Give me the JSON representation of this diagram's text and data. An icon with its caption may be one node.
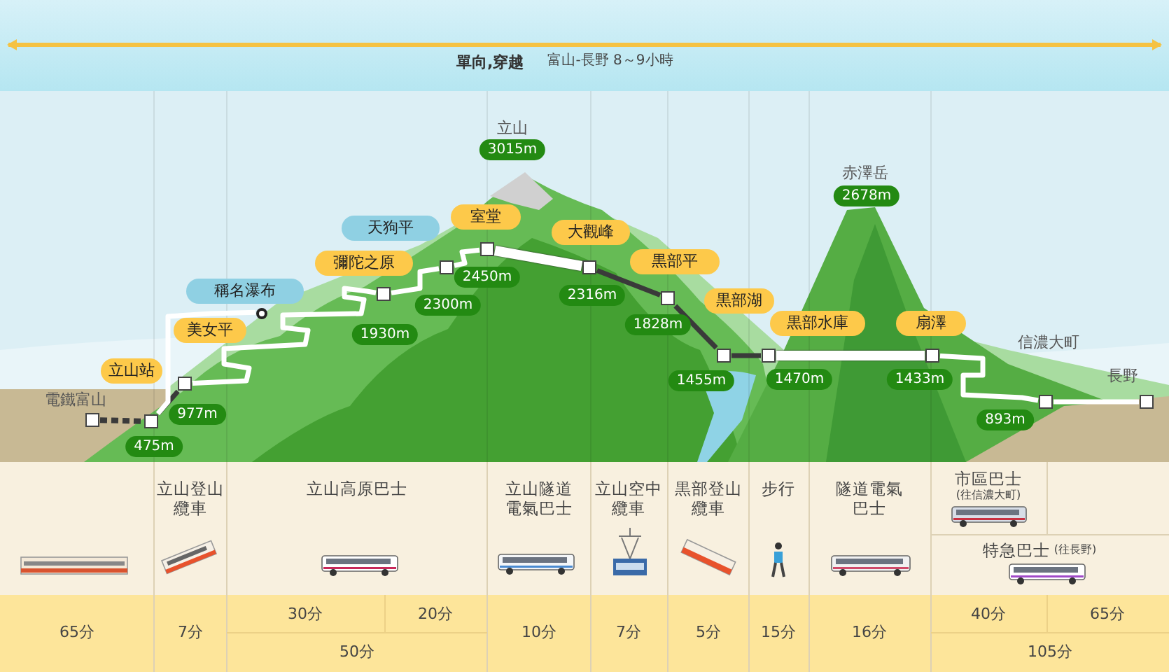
{
  "diagram": {
    "title": "單向,穿越",
    "nodes": [
      {
        "text": [
          "電鐵富山"
        ]
      },
      {
        "text": [
          "立山站"
        ],
        "beside": [
          "475m"
        ]
      },
      {
        "text": [
          "美女平"
        ],
        "beside": [
          "977m"
        ]
      },
      {
        "text": [
          "稱名瀑布"
        ]
      },
      {
        "text": [
          "彌陀之原"
        ],
        "beside": [
          "1930m"
        ]
      },
      {
        "text": [
          "天狗平"
        ],
        "beside": [
          "2300m"
        ]
      },
      {
        "text": [
          "室堂"
        ],
        "beside": [
          "2450m"
        ]
      },
      {
        "text": [
          "大觀峰"
        ],
        "beside": [
          "2316m"
        ]
      },
      {
        "text": [
          "黒部平"
        ],
        "beside": [
          "1828m"
        ]
      },
      {
        "text": [
          "黒部湖"
        ],
        "beside": [
          "1455m"
        ]
      },
      {
        "text": [
          "黒部水庫"
        ],
        "beside": [
          "1470m"
        ]
      },
      {
        "text": [
          "扇澤"
        ],
        "beside": [
          "1433m"
        ]
      },
      {
        "text": [
          "信濃大町"
        ],
        "beside": [
          "893m"
        ]
      },
      {
        "text": [
          "長野"
        ]
      }
    ],
    "edges": [
      {
        "from": 0,
        "to": 1,
        "arrow": "none",
        "style": "dashed",
        "color": "#3a3a3a"
      },
      {
        "from": 1,
        "to": 2,
        "arrow": "none",
        "color": "#3a3a3a"
      },
      {
        "from": 1,
        "to": 3,
        "arrow": "none"
      },
      {
        "from": 2,
        "to": 4,
        "arrow": "none"
      },
      {
        "from": 4,
        "to": 5,
        "arrow": "none"
      },
      {
        "from": 5,
        "to": 6,
        "arrow": "none"
      },
      {
        "from": 6,
        "to": 7,
        "arrow": "none",
        "style": "thick"
      },
      {
        "from": 7,
        "to": 8,
        "arrow": "none",
        "color": "#3a3a3a"
      },
      {
        "from": 8,
        "to": 9,
        "arrow": "none",
        "color": "#3a3a3a"
      },
      {
        "from": 9,
        "to": 10,
        "arrow": "none",
        "color": "#3a3a3a"
      },
      {
        "from": 10,
        "to": 11,
        "arrow": "none",
        "style": "thick"
      },
      {
        "from": 11,
        "to": 12,
        "arrow": "none"
      },
      {
        "from": 12,
        "to": 13,
        "arrow": "none"
      }
    ],
    "labels": [
      "富山-長野 8～9小時",
      "立山",
      "3015m",
      "赤澤岳",
      "2678m",
      "立山登山纜車",
      "立山高原巴士",
      "立山隧道電氣巴士",
      "立山空中纜車",
      "黒部登山纜車",
      "步行",
      "隧道電氣巴士",
      "市區巴士",
      "(往信濃大町)",
      "特急巴士",
      "(往長野)",
      "65分",
      "7分",
      "30分",
      "20分",
      "10分",
      "7分",
      "5分",
      "15分",
      "16分",
      "40分",
      "65分",
      "50分",
      "105分"
    ]
  }
}
